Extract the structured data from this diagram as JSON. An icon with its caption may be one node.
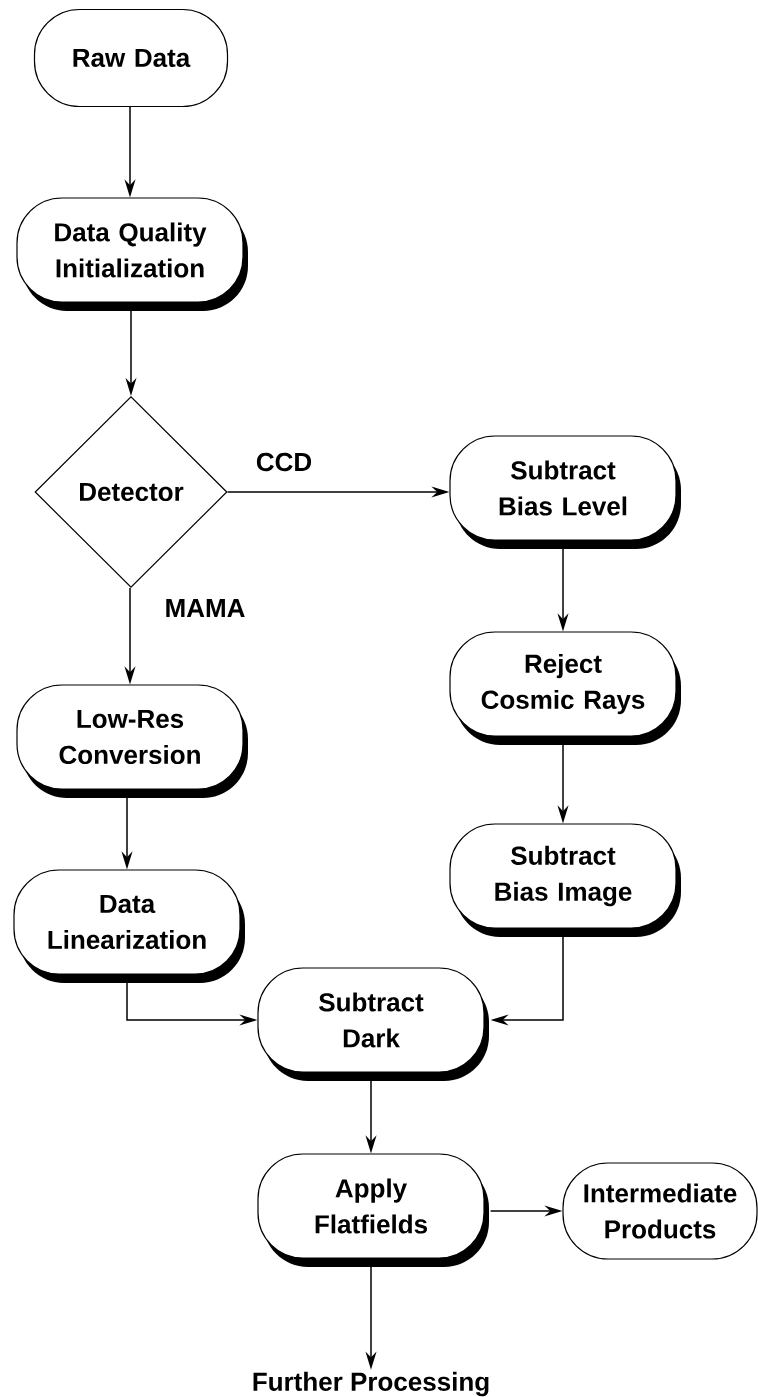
{
  "diagram": {
    "nodes": [
      {
        "text": [
          "Raw Data"
        ]
      },
      {
        "text": [
          "Data Quality Initialization"
        ]
      },
      {
        "text": [
          "Detector"
        ]
      },
      {
        "text": [
          "Subtract Bias Level"
        ]
      },
      {
        "text": [
          "Reject Cosmic Rays"
        ]
      },
      {
        "text": [
          "Subtract Bias Image"
        ]
      },
      {
        "text": [
          "Low-Res Conversion"
        ]
      },
      {
        "text": [
          "Data Linearization"
        ]
      },
      {
        "text": [
          "Subtract Dark"
        ]
      },
      {
        "text": [
          "Apply Flatfields"
        ]
      },
      {
        "text": [
          "Intermediate Products"
        ]
      },
      {
        "text": [
          "Further Processing"
        ]
      }
    ],
    "edges": [
      {
        "from": 0,
        "to": 1,
        "arrow": "to"
      },
      {
        "from": 1,
        "to": 2,
        "arrow": "to"
      },
      {
        "from": 2,
        "to": 3,
        "arrow": "to",
        "label": "CCD"
      },
      {
        "from": 2,
        "to": 6,
        "arrow": "to",
        "label": "MAMA"
      },
      {
        "from": 3,
        "to": 4,
        "arrow": "to"
      },
      {
        "from": 4,
        "to": 5,
        "arrow": "to"
      },
      {
        "from": 6,
        "to": 7,
        "arrow": "to"
      },
      {
        "from": 7,
        "to": 8,
        "arrow": "to"
      },
      {
        "from": 5,
        "to": 8,
        "arrow": "to"
      },
      {
        "from": 8,
        "to": 9,
        "arrow": "to"
      },
      {
        "from": 9,
        "to": 10,
        "arrow": "to"
      },
      {
        "from": 9,
        "to": 11,
        "arrow": "to"
      }
    ]
  }
}
